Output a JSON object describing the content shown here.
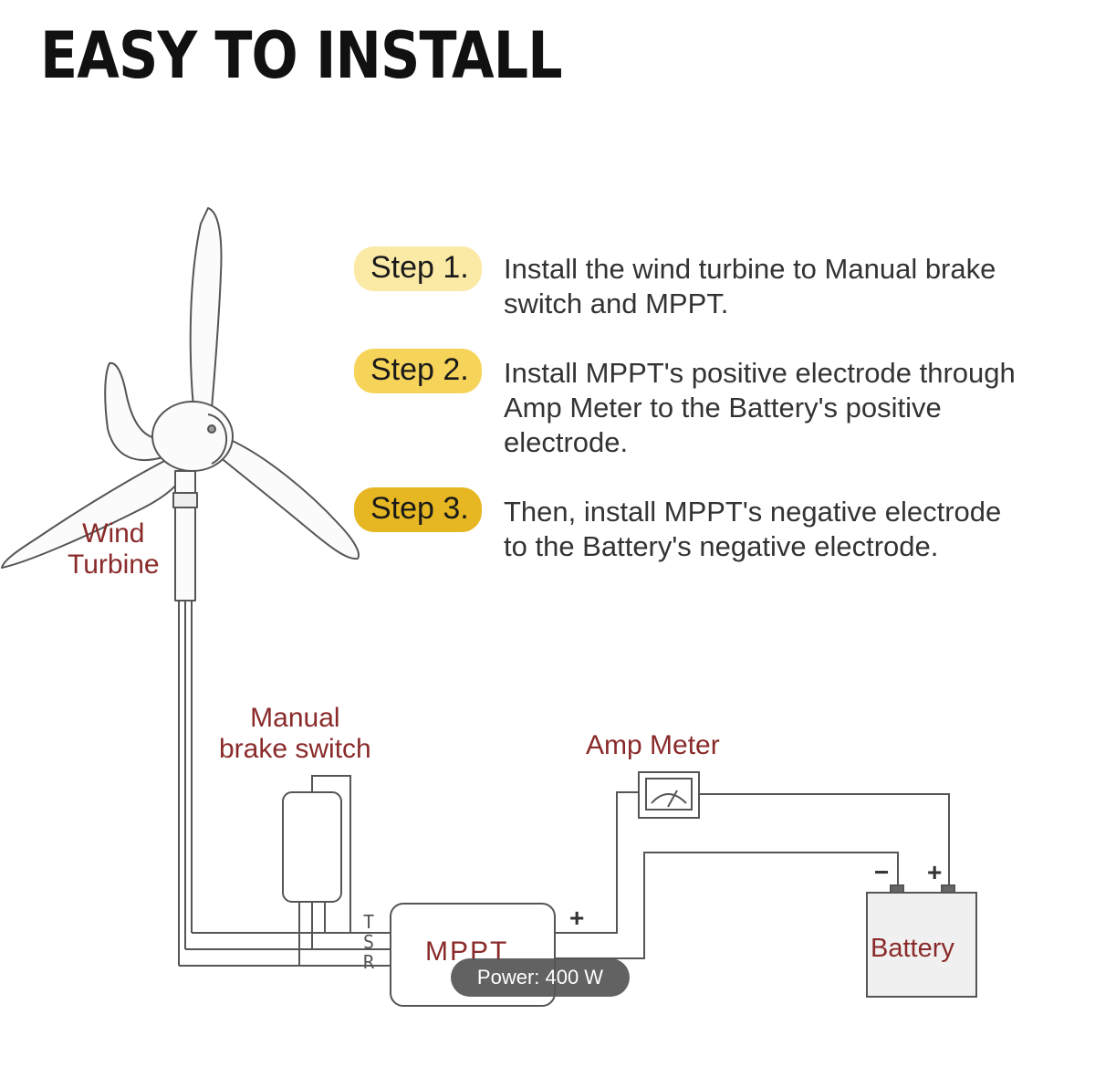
{
  "title": "EASY TO INSTALL",
  "colors": {
    "step1": "#fbe9a6",
    "step2": "#f6d45a",
    "step3": "#e6b722",
    "label": "#8a2a2a"
  },
  "steps": [
    {
      "label": "Step 1.",
      "lines": [
        "Install the wind turbine to Manual brake",
        "switch and MPPT."
      ]
    },
    {
      "label": "Step 2.",
      "lines": [
        "Install MPPT's positive electrode through",
        "Amp Meter to the Battery's positive",
        "electrode."
      ]
    },
    {
      "label": "Step 3.",
      "lines": [
        "Then, install MPPT's negative electrode",
        "to the Battery's negative electrode."
      ]
    }
  ],
  "diagram": {
    "wind_turbine_label": [
      "Wind",
      "Turbine"
    ],
    "brake_switch_label": [
      "Manual",
      "brake switch"
    ],
    "amp_meter_label": "Amp Meter",
    "mppt_label": "MPPT",
    "battery_label": "Battery",
    "mppt_plus": "+",
    "battery_minus": "−",
    "battery_plus": "+",
    "terminals": [
      "T",
      "S",
      "R"
    ],
    "power_badge": "Power: 400 W"
  }
}
